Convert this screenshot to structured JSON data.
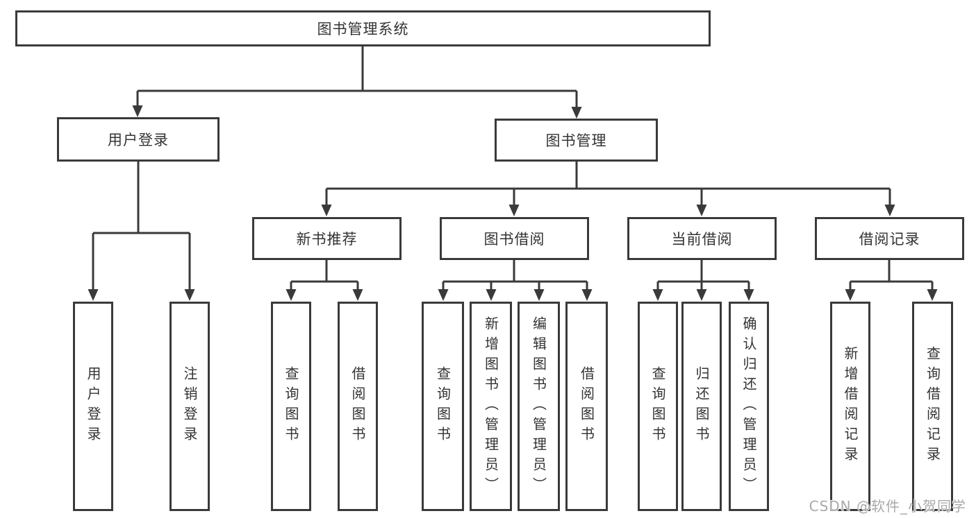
{
  "diagram": {
    "root": {
      "label": "图书管理系统"
    },
    "level2": [
      {
        "label": "用户登录",
        "children": [
          "用户登录",
          "注销登录"
        ]
      },
      {
        "label": "图书管理"
      }
    ],
    "level3": [
      {
        "label": "新书推荐",
        "children": [
          "查询图书",
          "借阅图书"
        ]
      },
      {
        "label": "图书借阅",
        "children": [
          "查询图书",
          "新增图书（管理员）",
          "编辑图书（管理员）",
          "借阅图书"
        ]
      },
      {
        "label": "当前借阅",
        "children": [
          "查询图书",
          "归还图书",
          "确认归还（管理员）"
        ]
      },
      {
        "label": "借阅记录",
        "children": [
          "新增借阅记录",
          "查询借阅记录"
        ]
      }
    ]
  },
  "colors": {
    "line": "#3a3a3a",
    "text": "#333333",
    "watermark": "#a9a9a9"
  },
  "watermark": {
    "text": "CSDN @软件_小贺同学"
  }
}
